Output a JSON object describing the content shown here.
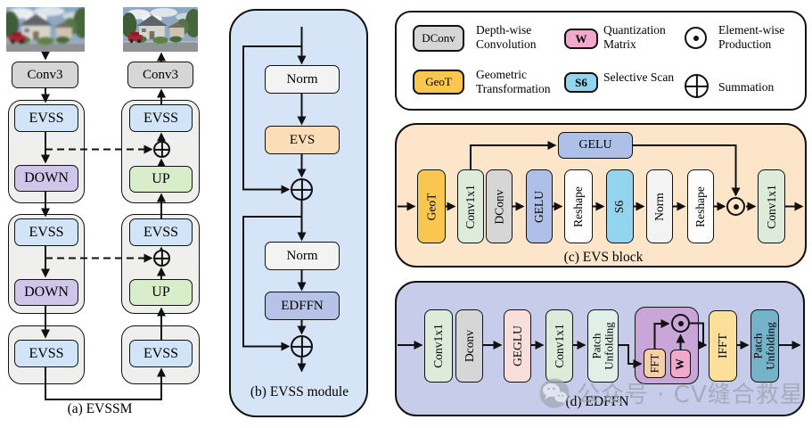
{
  "panel_a": {
    "caption": "(a) EVSSM",
    "left": {
      "conv3": "Conv3",
      "evss1": "EVSS",
      "down1": "DOWN",
      "evss2": "EVSS",
      "down2": "DOWN",
      "evss3": "EVSS"
    },
    "right": {
      "conv3": "Conv3",
      "evss1": "EVSS",
      "up1": "UP",
      "evss2": "EVSS",
      "up2": "UP",
      "evss3": "EVSS"
    }
  },
  "panel_b": {
    "caption": "(b) EVSS module",
    "norm1": "Norm",
    "evs": "EVS",
    "norm2": "Norm",
    "edffn": "EDFFN"
  },
  "legend": {
    "items": [
      {
        "chip": "DConv",
        "desc": "Depth-wise Convolution"
      },
      {
        "chip": "GeoT",
        "desc": "Geometric Transformation"
      },
      {
        "chip": "W",
        "desc": "Quantization Matrix"
      },
      {
        "chip": "S6",
        "desc": "Selective Scan"
      },
      {
        "icon": "element-wise-production-icon",
        "desc": "Element-wise Production"
      },
      {
        "icon": "summation-icon",
        "desc": "Summation"
      }
    ]
  },
  "panel_c": {
    "caption": "(c) EVS block",
    "gelu_branch": "GELU",
    "blocks": [
      "GeoT",
      "Conv1x1",
      "DConv",
      "GELU",
      "Reshape",
      "S6",
      "Norm",
      "Reshape",
      "Conv1x1"
    ]
  },
  "panel_d": {
    "caption": "(d) EDFFN",
    "blocks": [
      "Conv1x1",
      "Dconv",
      "GEGLU",
      "Conv1x1",
      "Patch Unfolding"
    ],
    "fft": "FFT",
    "w": "W",
    "ifft": "IFFT",
    "patch_unfolding_out": "Patch Unfolding"
  },
  "watermark": {
    "text": "公众号 · CV缝合救星"
  },
  "colors": {
    "evss": "#d2e4f8",
    "down": "#d0c6ea",
    "up": "#d8edca",
    "conv_gray": "#d6d6d6",
    "panel_b_bg": "#d5e4f7",
    "evs": "#fbddb7",
    "edffn": "#b6c3e6",
    "norm": "#f3f3f3",
    "geot": "#f9c650",
    "w": "#f2a9cd",
    "s6": "#93d4ee",
    "panel_c_bg": "#fce5c9",
    "conv1x1": "#ddecda",
    "gelu": "#aebfe8",
    "reshape": "#fdfdfd",
    "panel_d_bg": "#c6cce9",
    "geglu": "#f9dfdc",
    "patch_unfolding": "#e0f0e9",
    "fft_group": "#c9a5d8",
    "fft": "#f8cfa4",
    "ifft": "#fbdf9a",
    "patch_unfolding_out": "#75b3cb",
    "line": "#111111",
    "watermark": "#9ba0ab"
  }
}
